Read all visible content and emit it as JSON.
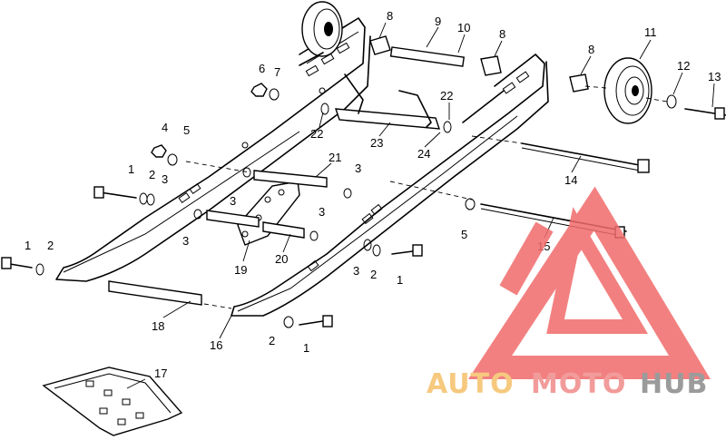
{
  "diagram": {
    "callouts": [
      {
        "id": "c1",
        "text": "1"
      },
      {
        "id": "c2",
        "text": "2"
      },
      {
        "id": "c3",
        "text": "3"
      },
      {
        "id": "c4",
        "text": "4"
      },
      {
        "id": "c5",
        "text": "5"
      },
      {
        "id": "c6",
        "text": "6"
      },
      {
        "id": "c7",
        "text": "7"
      },
      {
        "id": "c8",
        "text": "8"
      },
      {
        "id": "c9",
        "text": "9"
      },
      {
        "id": "c10",
        "text": "10"
      },
      {
        "id": "c11",
        "text": "11"
      },
      {
        "id": "c12",
        "text": "12"
      },
      {
        "id": "c13",
        "text": "13"
      },
      {
        "id": "c14",
        "text": "14"
      },
      {
        "id": "c15",
        "text": "15"
      },
      {
        "id": "c16",
        "text": "16"
      },
      {
        "id": "c17",
        "text": "17"
      },
      {
        "id": "c18",
        "text": "18"
      },
      {
        "id": "c19",
        "text": "19"
      },
      {
        "id": "c20",
        "text": "20"
      },
      {
        "id": "c21",
        "text": "21"
      },
      {
        "id": "c22",
        "text": "22"
      },
      {
        "id": "c23",
        "text": "23"
      },
      {
        "id": "c24",
        "text": "24"
      }
    ]
  },
  "watermark": {
    "word_1": "AUTO",
    "word_2": "MOTO",
    "word_3": "HUB",
    "colors": {
      "triangle": "#f26b6b",
      "auto": "#f5c069",
      "moto": "#f08a8a",
      "hub": "#8a8a8a"
    }
  }
}
